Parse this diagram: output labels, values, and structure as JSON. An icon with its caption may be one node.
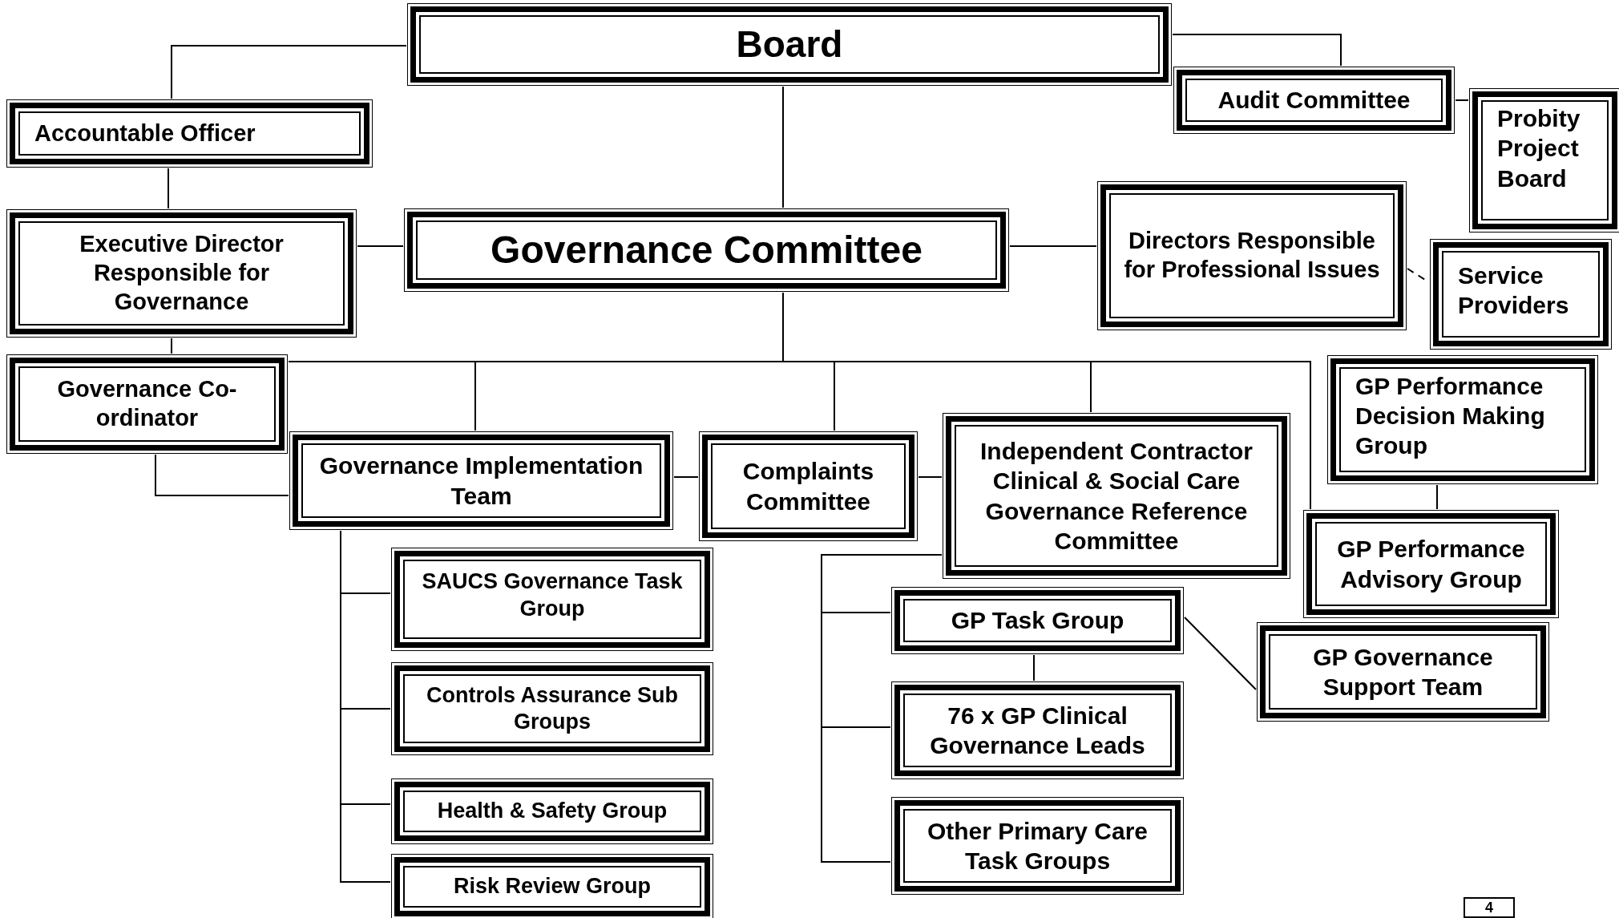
{
  "diagram": {
    "nodes": [
      {
        "text": [
          "Board"
        ]
      },
      {
        "text": [
          "Accountable Officer"
        ]
      },
      {
        "text": [
          "Audit Committee"
        ]
      },
      {
        "text": [
          "Probity Project Board"
        ]
      },
      {
        "text": [
          "Executive Director Responsible for Governance"
        ]
      },
      {
        "text": [
          "Governance Committee"
        ]
      },
      {
        "text": [
          "Directors Responsible for Professional Issues"
        ]
      },
      {
        "text": [
          "Service Providers"
        ]
      },
      {
        "text": [
          "Governance Co-ordinator"
        ]
      },
      {
        "text": [
          "GP Performance Decision Making Group"
        ]
      },
      {
        "text": [
          "Governance Implementation Team"
        ]
      },
      {
        "text": [
          "Complaints Committee"
        ]
      },
      {
        "text": [
          "Independent Contractor Clinical & Social Care Governance Reference Committee"
        ]
      },
      {
        "text": [
          "GP Performance Advisory Group"
        ]
      },
      {
        "text": [
          "SAUCS Governance Task Group"
        ]
      },
      {
        "text": [
          "Controls Assurance Sub Groups"
        ]
      },
      {
        "text": [
          "GP Task Group"
        ]
      },
      {
        "text": [
          "GP Governance Support Team"
        ]
      },
      {
        "text": [
          "Health & Safety Group"
        ]
      },
      {
        "text": [
          "76 x GP Clinical Governance Leads"
        ]
      },
      {
        "text": [
          "Other Primary Care Task Groups"
        ]
      },
      {
        "text": [
          "Risk Review Group"
        ]
      },
      {
        "text": [
          "4"
        ]
      }
    ],
    "edges": [
      {
        "from": 0,
        "to": 1,
        "arrow": "none"
      },
      {
        "from": 0,
        "to": 2,
        "arrow": "none"
      },
      {
        "from": 2,
        "to": 3,
        "arrow": "none"
      },
      {
        "from": 0,
        "to": 5,
        "arrow": "none"
      },
      {
        "from": 1,
        "to": 4,
        "arrow": "none"
      },
      {
        "from": 4,
        "to": 5,
        "arrow": "none"
      },
      {
        "from": 5,
        "to": 6,
        "arrow": "none"
      },
      {
        "from": 6,
        "to": 7,
        "arrow": "none",
        "style": "dashed"
      },
      {
        "from": 4,
        "to": 8,
        "arrow": "none"
      },
      {
        "from": 5,
        "to": 8,
        "arrow": "none"
      },
      {
        "from": 5,
        "to": 10,
        "arrow": "none"
      },
      {
        "from": 5,
        "to": 11,
        "arrow": "none"
      },
      {
        "from": 5,
        "to": 12,
        "arrow": "none"
      },
      {
        "from": 5,
        "to": 13,
        "arrow": "none"
      },
      {
        "from": 8,
        "to": 10,
        "arrow": "none"
      },
      {
        "from": 10,
        "to": 11,
        "arrow": "none"
      },
      {
        "from": 11,
        "to": 12,
        "arrow": "none"
      },
      {
        "from": 10,
        "to": 14,
        "arrow": "none"
      },
      {
        "from": 10,
        "to": 15,
        "arrow": "none"
      },
      {
        "from": 10,
        "to": 18,
        "arrow": "none"
      },
      {
        "from": 10,
        "to": 21,
        "arrow": "none"
      },
      {
        "from": 12,
        "to": 16,
        "arrow": "none"
      },
      {
        "from": 12,
        "to": 19,
        "arrow": "none"
      },
      {
        "from": 12,
        "to": 20,
        "arrow": "none"
      },
      {
        "from": 16,
        "to": 19,
        "arrow": "none"
      },
      {
        "from": 16,
        "to": 17,
        "arrow": "none"
      },
      {
        "from": 9,
        "to": 13,
        "arrow": "none"
      }
    ]
  }
}
